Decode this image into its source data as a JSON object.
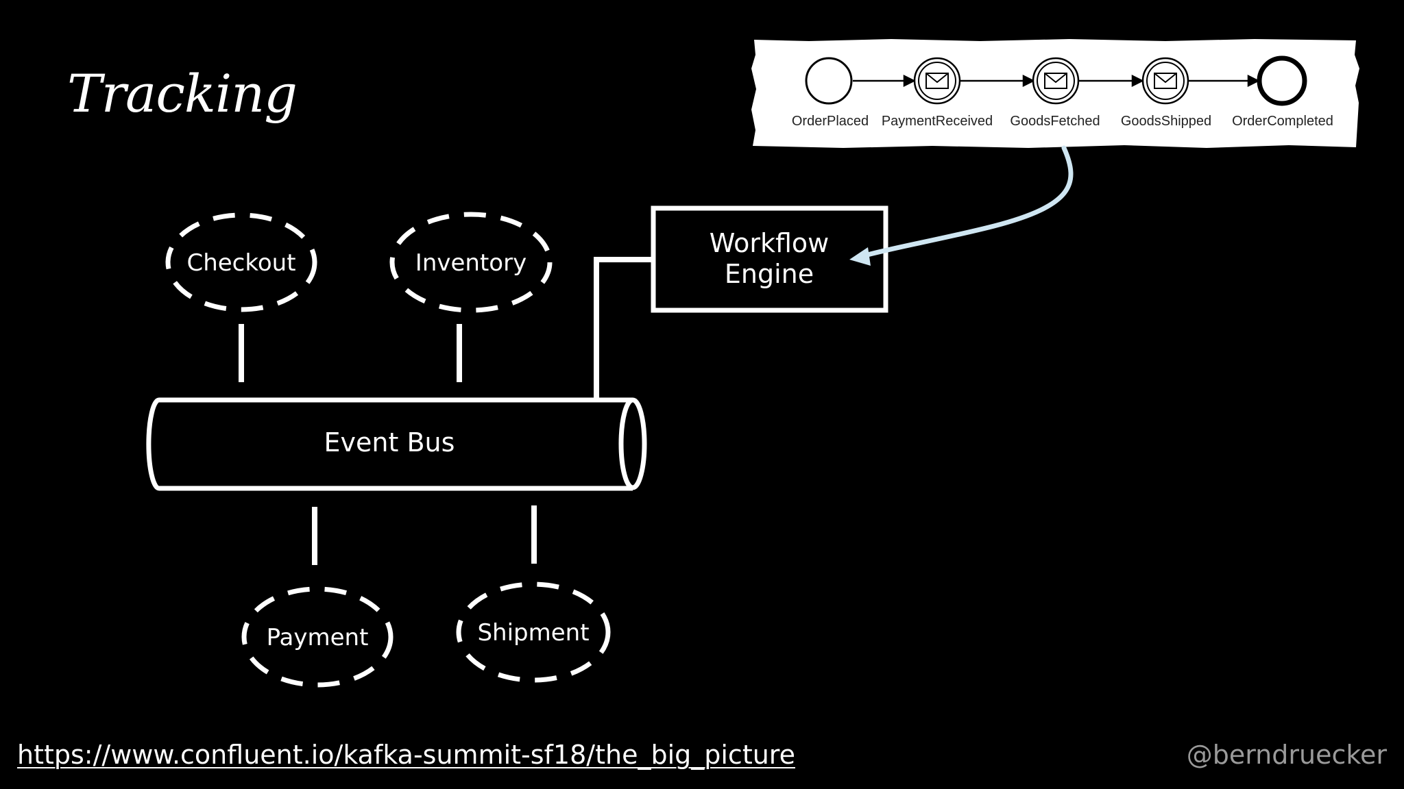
{
  "slide": {
    "title": "Tracking",
    "link_text": "https://www.confluent.io/kafka-summit-sf18/the_big_picture",
    "handle": "@berndruecker"
  },
  "services": {
    "checkout": "Checkout",
    "inventory": "Inventory",
    "payment": "Payment",
    "shipment": "Shipment"
  },
  "event_bus": {
    "label": "Event Bus"
  },
  "workflow_engine": {
    "line1": "Workflow",
    "line2": "Engine"
  },
  "bpmn": {
    "events": [
      {
        "label": "OrderPlaced",
        "kind": "start"
      },
      {
        "label": "PaymentReceived",
        "kind": "message"
      },
      {
        "label": "GoodsFetched",
        "kind": "message"
      },
      {
        "label": "GoodsShipped",
        "kind": "message"
      },
      {
        "label": "OrderCompleted",
        "kind": "end"
      }
    ]
  },
  "colors": {
    "background": "#000000",
    "foreground": "#ffffff",
    "arrow": "#cfe6f2",
    "handle": "#9a9a9a"
  }
}
